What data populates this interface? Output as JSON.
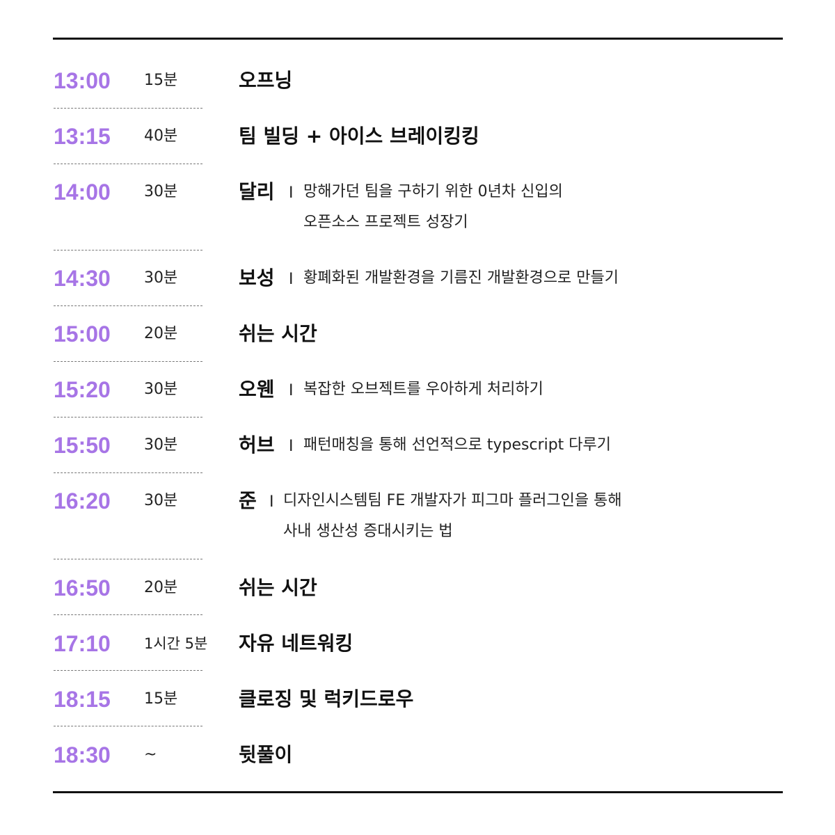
{
  "schedule": [
    {
      "time": "13:00",
      "duration": "15분",
      "title": "오프닝"
    },
    {
      "time": "13:15",
      "duration": "40분",
      "title": "팀 빌딩 + 아이스 브레이킹킹"
    },
    {
      "time": "14:00",
      "duration": "30분",
      "speaker": "달리",
      "separator": "I",
      "desc_line1": "망해가던 팀을 구하기 위한 0년차 신입의",
      "desc_line2": "오픈소스 프로젝트 성장기"
    },
    {
      "time": "14:30",
      "duration": "30분",
      "speaker": "보성",
      "separator": "I",
      "desc_line1": "황폐화된 개발환경을 기름진 개발환경으로 만들기"
    },
    {
      "time": "15:00",
      "duration": "20분",
      "title": "쉬는 시간"
    },
    {
      "time": "15:20",
      "duration": "30분",
      "speaker": "오웬",
      "separator": "I",
      "desc_line1": "복잡한 오브젝트를 우아하게 처리하기"
    },
    {
      "time": "15:50",
      "duration": "30분",
      "speaker": "허브",
      "separator": "I",
      "desc_line1": "패턴매칭을 통해 선언적으로 typescript 다루기"
    },
    {
      "time": "16:20",
      "duration": "30분",
      "speaker": "준",
      "separator": "I",
      "desc_line1": "디자인시스템팀 FE 개발자가 피그마 플러그인을 통해",
      "desc_line2": "사내 생산성 증대시키는 법"
    },
    {
      "time": "16:50",
      "duration": "20분",
      "title": "쉬는 시간"
    },
    {
      "time": "17:10",
      "duration": "1시간 5분",
      "title": "자유 네트워킹"
    },
    {
      "time": "18:15",
      "duration": "15분",
      "title": "클로징 및 럭키드로우"
    },
    {
      "time": "18:30",
      "duration": "~",
      "title": "뒷풀이"
    }
  ],
  "colors": {
    "time_accent": "#a775e6",
    "text": "#111111",
    "rule": "#111111"
  }
}
